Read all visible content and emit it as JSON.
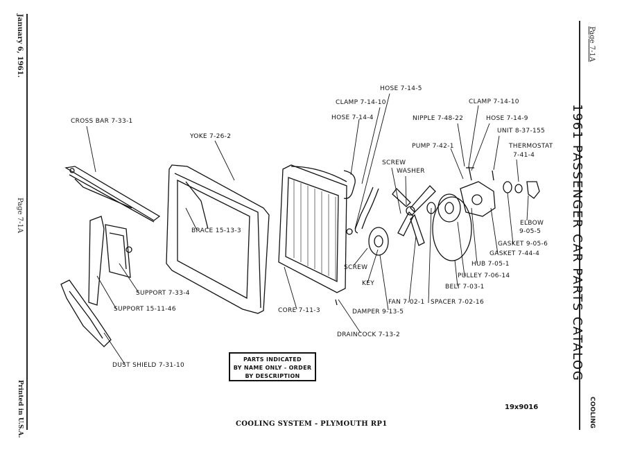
{
  "margin": {
    "date": "January 6, 1961.",
    "page_left": "Page 7-1A",
    "printed": "Printed in U.S.A.",
    "page_right": "Page 7-1A",
    "section": "COOLING"
  },
  "catalog_title": "1961 PASSENGER CAR PARTS CATALOG",
  "notice": {
    "line1": "PARTS INDICATED",
    "line2": "BY NAME ONLY - ORDER",
    "line3": "BY DESCRIPTION"
  },
  "caption": "COOLING SYSTEM - PLYMOUTH RP1",
  "figure_number": "19x9016",
  "callouts": {
    "cross_bar": "CROSS BAR 7-33-1",
    "yoke": "YOKE 7-26-2",
    "brace": "BRACE 15-13-3",
    "support_1": "SUPPORT 7-33-4",
    "support_2": "SUPPORT 15-11-46",
    "dust_shield": "DUST SHIELD 7-31-10",
    "core": "CORE 7-11-3",
    "draincock": "DRAINCOCK 7-13-2",
    "hose_1": "HOSE 7-14-5",
    "clamp_1": "CLAMP 7-14-10",
    "hose_2": "HOSE 7-14-4",
    "screw_1": "SCREW",
    "washer": "WASHER",
    "screw_2": "SCREW",
    "key": "KEY",
    "damper": "DAMPER 9-13-5",
    "fan": "FAN 7-02-1",
    "spacer": "SPACER 7-02-16",
    "belt": "BELT 7-03-1",
    "pulley": "PULLEY 7-06-14",
    "hub": "HUB 7-05-1",
    "gasket_1": "GASKET 7-44-4",
    "gasket_2": "GASKET 9-05-6",
    "elbow_1": "ELBOW",
    "elbow_2": "9-05-5",
    "thermostat_1": "THERMOSTAT",
    "thermostat_2": "7-41-4",
    "unit": "UNIT 8-37-155",
    "hose_3": "HOSE 7-14-9",
    "clamp_2": "CLAMP 7-14-10",
    "nipple": "NIPPLE 7-48-22",
    "pump": "PUMP 7-42-1"
  }
}
